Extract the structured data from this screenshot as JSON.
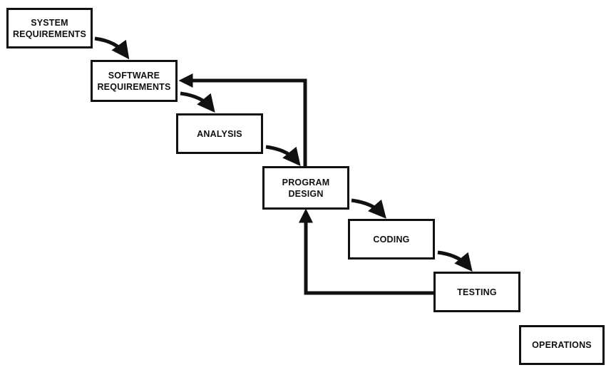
{
  "diagram": {
    "stages": [
      {
        "id": "system",
        "label": "SYSTEM\nREQUIREMENTS"
      },
      {
        "id": "software",
        "label": "SOFTWARE\nREQUIREMENTS"
      },
      {
        "id": "analysis",
        "label": "ANALYSIS"
      },
      {
        "id": "design",
        "label": "PROGRAM\nDESIGN"
      },
      {
        "id": "coding",
        "label": "CODING"
      },
      {
        "id": "testing",
        "label": "TESTING"
      },
      {
        "id": "operations",
        "label": "OPERATIONS"
      }
    ],
    "flow_arrows": [
      {
        "from": "system",
        "to": "software"
      },
      {
        "from": "software",
        "to": "analysis"
      },
      {
        "from": "analysis",
        "to": "design"
      },
      {
        "from": "design",
        "to": "coding"
      },
      {
        "from": "coding",
        "to": "testing"
      }
    ],
    "feedback_arrows": [
      {
        "from": "design",
        "to": "software"
      },
      {
        "from": "testing",
        "to": "design"
      }
    ],
    "colors": {
      "line": "#111111",
      "background": "#ffffff"
    }
  }
}
